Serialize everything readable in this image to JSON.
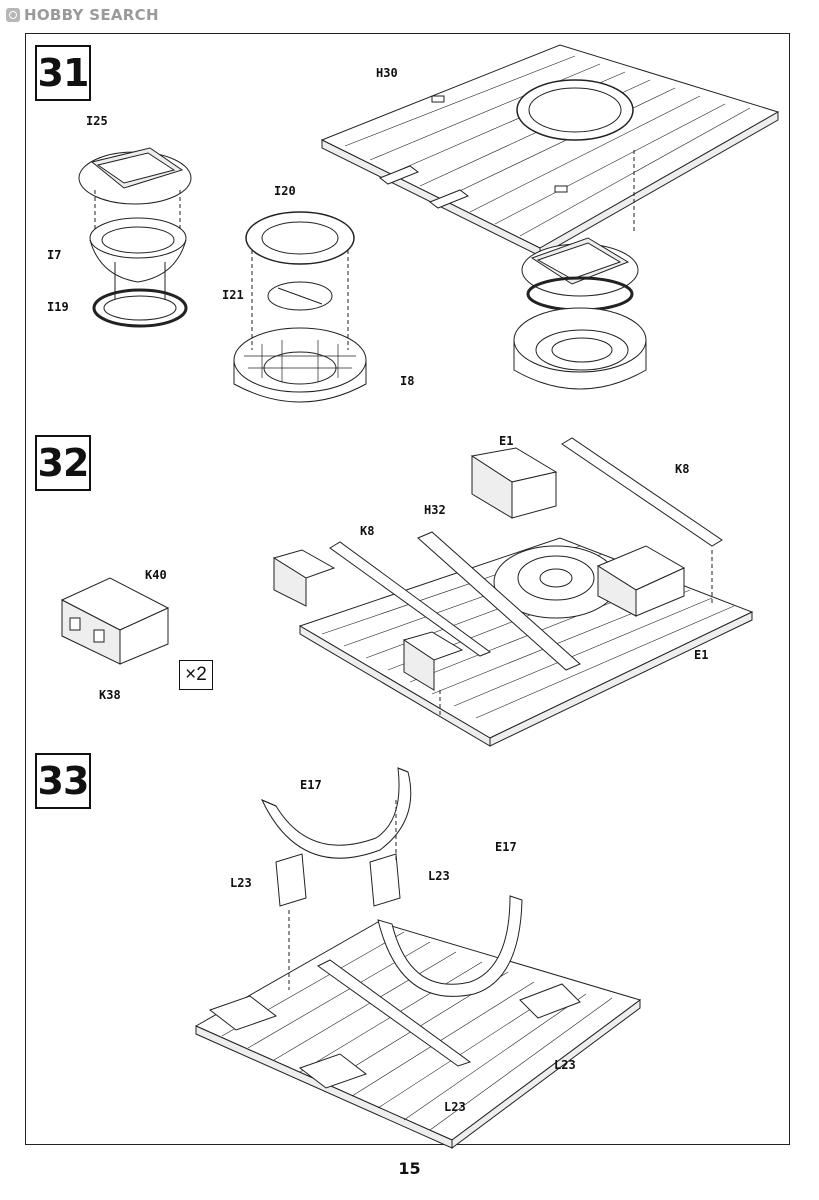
{
  "watermark": {
    "text": "HOBBY SEARCH"
  },
  "page_number": "15",
  "steps": [
    {
      "number": "31",
      "parts": [
        "I25",
        "I7",
        "I19",
        "I20",
        "I21",
        "I8",
        "H30"
      ]
    },
    {
      "number": "32",
      "parts": [
        "E1",
        "K8",
        "H32",
        "K8",
        "K40",
        "K38",
        "E1"
      ],
      "multiplier": "×2"
    },
    {
      "number": "33",
      "parts": [
        "E17",
        "L23",
        "L23",
        "E17",
        "L23",
        "L23"
      ]
    }
  ],
  "icons": [
    "hobby-search-logo-icon"
  ]
}
